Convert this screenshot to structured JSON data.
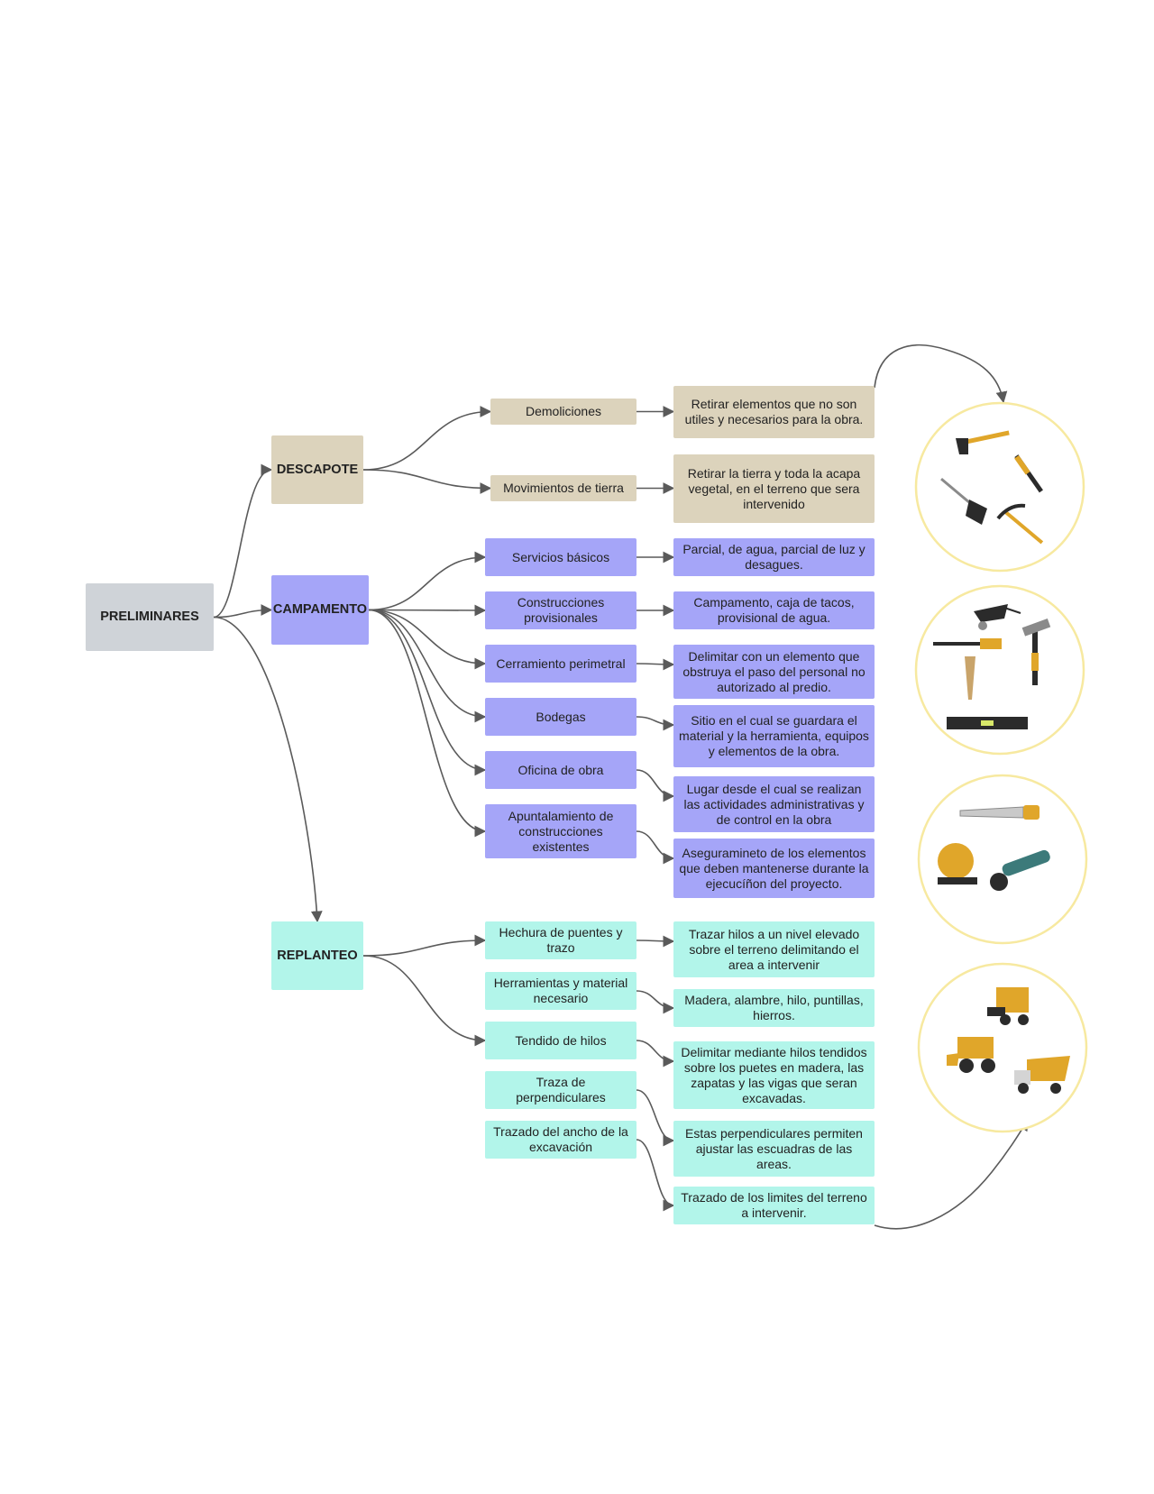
{
  "colors": {
    "root": "#cfd3d8",
    "descapote": "#dcd3bc",
    "campamento": "#a5a5f8",
    "replanteo": "#b2f5ea",
    "connector": "#5a5a5a",
    "tool_circle": "#f7e9a0"
  },
  "root": {
    "label": "PRELIMINARES"
  },
  "branches": [
    {
      "label": "DESCAPOTE",
      "items": [
        {
          "label": "Demoliciones",
          "detail": "Retirar elementos que no son utiles y necesarios para la obra."
        },
        {
          "label": "Movimientos de tierra",
          "detail": "Retirar la tierra y toda la acapa vegetal, en el terreno que sera intervenido"
        }
      ]
    },
    {
      "label": "CAMPAMENTO",
      "items": [
        {
          "label": "Servicios básicos",
          "detail": "Parcial, de agua, parcial de luz y desagues."
        },
        {
          "label": "Construcciones provisionales",
          "detail": "Campamento, caja de tacos, provisional de agua."
        },
        {
          "label": "Cerramiento perimetral",
          "detail": "Delimitar con un elemento que obstruya el paso del personal no autorizado al predio."
        },
        {
          "label": "Bodegas",
          "detail": "Sitio en el cual se guardara el material y la herramienta, equipos y elementos de la obra."
        },
        {
          "label": "Oficina de obra",
          "detail": "Lugar desde el cual se realizan las actividades administrativas y de control en la obra"
        },
        {
          "label": "Apuntalamiento de construcciones existentes",
          "detail": "Aseguramineto de los elementos que deben mantenerse durante la ejecucíñon del proyecto."
        }
      ]
    },
    {
      "label": "REPLANTEO",
      "items": [
        {
          "label": "Hechura de puentes y trazo",
          "detail": "Trazar hilos a un nivel elevado sobre el terreno delimitando el area a intervenir"
        },
        {
          "label": "Herramientas y material necesario",
          "detail": "Madera, alambre, hilo, puntillas, hierros."
        },
        {
          "label": "Tendido de hilos",
          "detail": "Delimitar mediante hilos tendidos sobre los puetes en madera, las zapatas y las vigas que seran excavadas."
        },
        {
          "label": "Traza de perpendiculares",
          "detail": "Estas perpendiculares permiten ajustar las escuadras de las areas."
        },
        {
          "label": "Trazado del ancho de la excavación",
          "detail": "Trazado de los limites del terreno a intervenir."
        }
      ]
    }
  ],
  "tool_groups": [
    {
      "icons": [
        "hoe-icon",
        "brush-icon",
        "shovel-icon",
        "pickaxe-icon"
      ]
    },
    {
      "icons": [
        "wheelbarrow-icon",
        "chisel-icon",
        "hammer-icon",
        "drill-bit-icon",
        "spirit-level-icon"
      ]
    },
    {
      "icons": [
        "handsaw-icon",
        "cutoff-saw-icon",
        "angle-grinder-icon"
      ]
    },
    {
      "icons": [
        "skid-steer-loader-icon",
        "wheel-loader-icon",
        "dump-truck-icon"
      ]
    }
  ]
}
